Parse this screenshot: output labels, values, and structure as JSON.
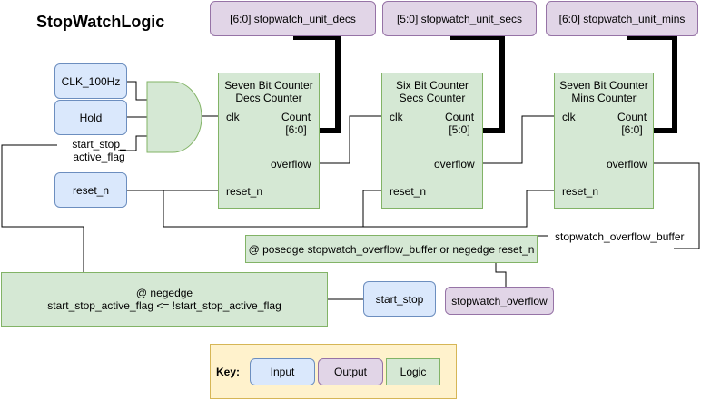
{
  "title": "StopWatchLogic",
  "outputs": {
    "decs": "[6:0] stopwatch_unit_decs",
    "secs": "[5:0] stopwatch_unit_secs",
    "mins": "[6:0] stopwatch_unit_mins",
    "overflow": "stopwatch_overflow"
  },
  "inputs": {
    "clk": "CLK_100Hz",
    "hold": "Hold",
    "reset": "reset_n",
    "start_stop": "start_stop"
  },
  "flag_label": "start_stop_\nactive_flag",
  "counters": [
    {
      "title": "Seven Bit Counter\nDecs Counter",
      "clk": "clk",
      "count": "Count\n[6:0]",
      "overflow": "overflow",
      "reset": "reset_n"
    },
    {
      "title": "Six Bit Counter\nSecs Counter",
      "clk": "clk",
      "count": "Count\n[5:0]",
      "overflow": "overflow",
      "reset": "reset_n"
    },
    {
      "title": "Seven Bit Counter\nMins Counter",
      "clk": "clk",
      "count": "Count\n[6:0]",
      "overflow": "overflow",
      "reset": "reset_n"
    }
  ],
  "overflow_logic": "@ posedge stopwatch_overflow_buffer or negedge reset_n",
  "buffer_label": "stopwatch_overflow_buffer",
  "negedge_logic": "@ negedge\nstart_stop_active_flag <= !start_stop_active_flag",
  "key": {
    "label": "Key:",
    "input": "Input",
    "output": "Output",
    "logic": "Logic"
  },
  "colors": {
    "input_fill": "#dae8fc",
    "input_stroke": "#6c8ebf",
    "output_fill": "#e1d5e7",
    "output_stroke": "#9673a6",
    "logic_fill": "#d5e8d4",
    "logic_stroke": "#82b366",
    "key_fill": "#fff2cc",
    "key_stroke": "#d6b656"
  }
}
